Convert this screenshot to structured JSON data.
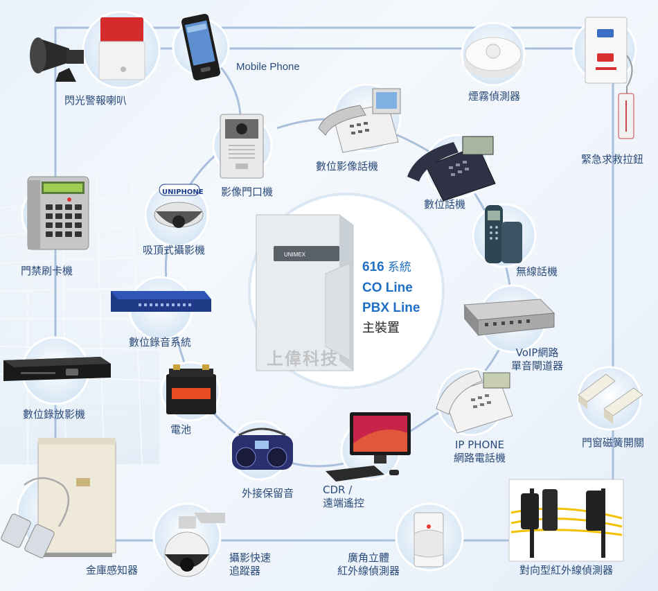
{
  "center": {
    "system_number": "616",
    "system_word": "系統",
    "line1": "CO Line",
    "line2": "PBX Line",
    "line3": "主裝置",
    "watermark": "上偉科技",
    "device_brand": "UNIMEX"
  },
  "devices": {
    "strobe_horn": "閃光警報喇叭",
    "mobile_phone": "Mobile Phone",
    "smoke_detector": "煙霧偵測器",
    "emergency_pull": "緊急求救拉鈕",
    "video_phone": "數位影像話機",
    "video_doorphone": "影像門口機",
    "digital_phone": "數位話機",
    "dome_camera": "吸頂式攝影機",
    "dome_brand": "UNIPHONE",
    "cordless_phone": "無線話機",
    "access_card": "門禁刷卡機",
    "voice_recorder": "數位錄音系統",
    "voip_gateway": "VoIP網路\n單音閘道器",
    "dvr": "數位錄放影機",
    "battery": "電池",
    "ip_phone": "IP PHONE\n網路電話機",
    "door_magnet": "門窗磁簧開關",
    "music_on_hold": "外接保留音",
    "cdr": "CDR /\n遠端遙控",
    "safe_sensor": "金庫感知器",
    "ptz_camera": "攝影快速\n追蹤器",
    "pir_detector": "廣角立體\n紅外線偵測器",
    "ir_beam": "對向型紅外線偵測器"
  },
  "colors": {
    "connector": "#a9bfdc",
    "label_text": "#2a4a7a",
    "highlight_blue": "#1f6fc4",
    "node_fill": "#e8f1fa",
    "center_fill": "#ffffff"
  }
}
